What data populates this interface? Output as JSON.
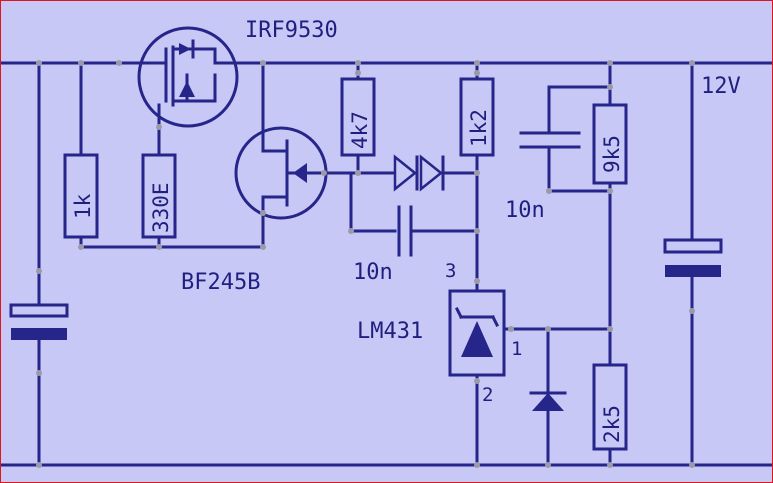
{
  "schematic": {
    "supply_label": "12V",
    "transistors": {
      "mosfet": "IRF9530",
      "jfet": "BF245B"
    },
    "ic": {
      "name": "LM431",
      "pin_cathode": "3",
      "pin_ref": "1",
      "pin_anode": "2"
    },
    "resistors": {
      "r_1k": "1k",
      "r_330e": "330E",
      "r_4k7": "4k7",
      "r_1k2": "1k2",
      "r_9k5": "9k5",
      "r_2k5": "2k5"
    },
    "capacitors": {
      "c_mid": "10n",
      "c_right": "10n"
    },
    "colors": {
      "background": "#c8c8f6",
      "wire": "#25258a",
      "border": "#e0141c"
    }
  }
}
